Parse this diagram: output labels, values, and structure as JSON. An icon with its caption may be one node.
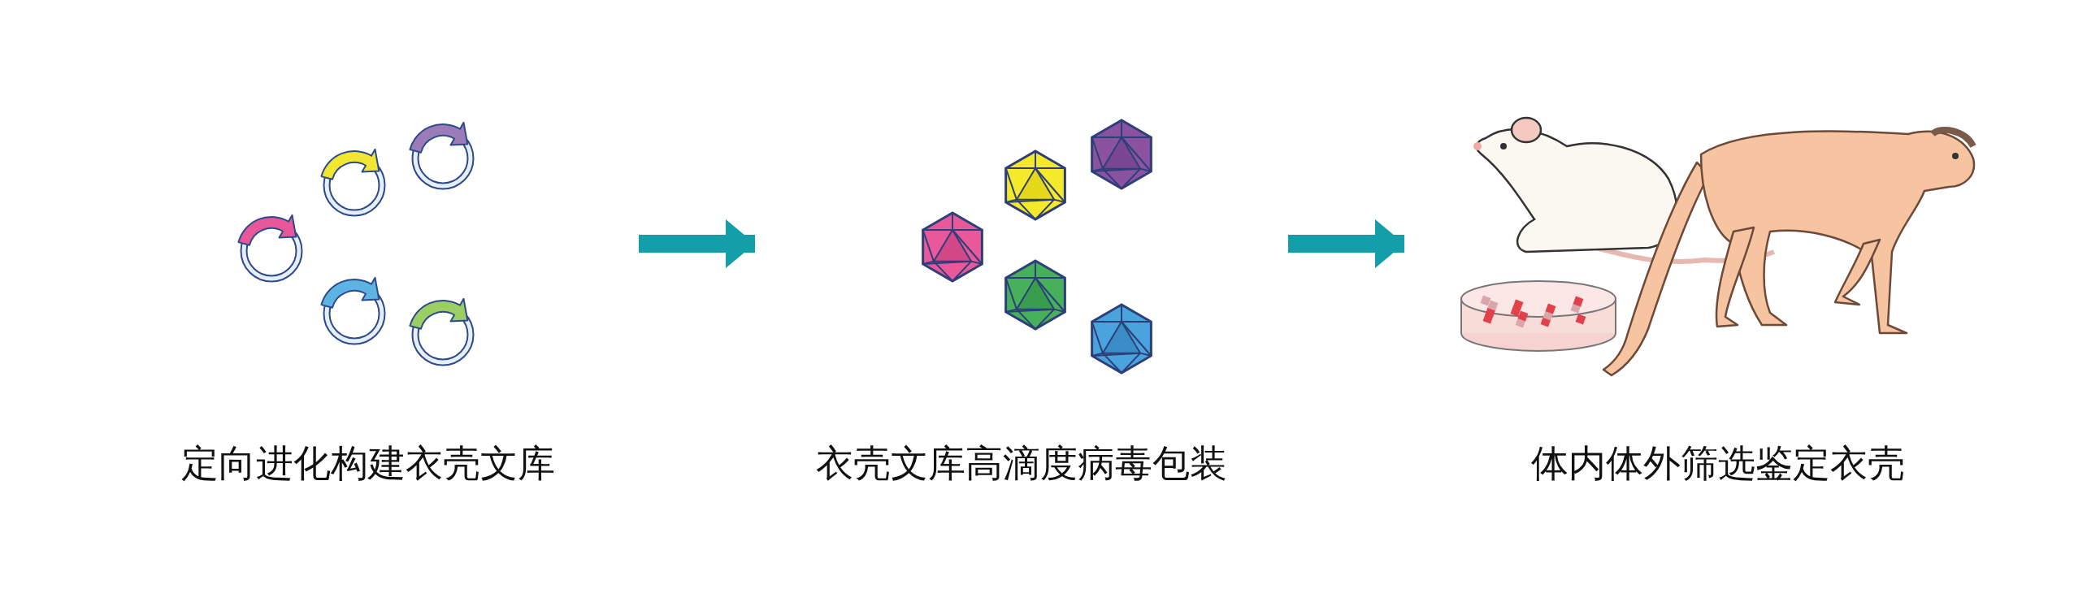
{
  "diagram": {
    "nodes": [
      {
        "text": [
          "定向进化构建衣壳文库"
        ]
      },
      {
        "text": [
          "衣壳文库高滴度病毒包装"
        ]
      },
      {
        "text": [
          "体内体外筛选鉴定衣壳"
        ]
      }
    ],
    "edges": [
      {
        "from": 0,
        "to": 1,
        "arrow": "to"
      },
      {
        "from": 1,
        "to": 2,
        "arrow": "to"
      }
    ]
  }
}
